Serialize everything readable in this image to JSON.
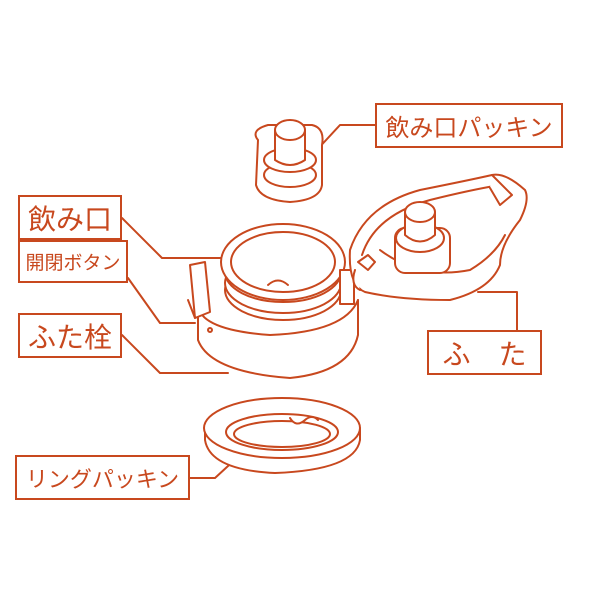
{
  "accent_color": "#c8481e",
  "labels": {
    "mouthpiece_packing": "飲み口パッキン",
    "mouthpiece": "飲み口",
    "open_close_button": "開閉ボタン",
    "lid_plug": "ふた栓",
    "lid": "ふ　た",
    "ring_packing": "リングパッキン"
  }
}
